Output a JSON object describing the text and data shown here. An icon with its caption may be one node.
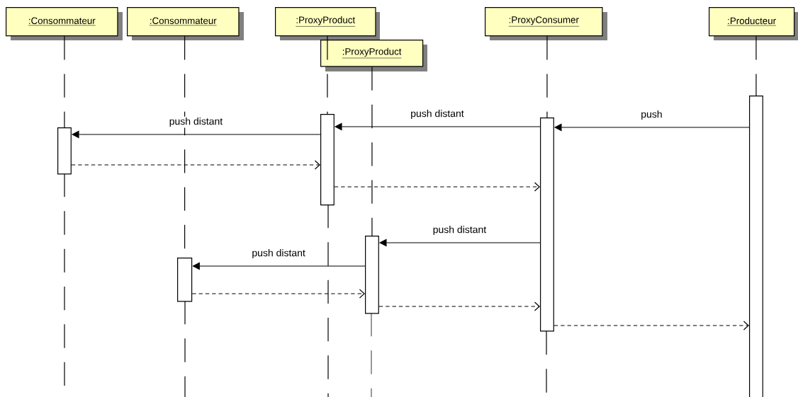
{
  "diagram": {
    "nodes": [
      {
        "text": [
          ":Consommateur"
        ]
      },
      {
        "text": [
          ":Consommateur"
        ]
      },
      {
        "text": [
          ":ProxyProduct"
        ]
      },
      {
        "text": [
          ":ProxyProduct"
        ]
      },
      {
        "text": [
          ":ProxyConsumer"
        ]
      },
      {
        "text": [
          ":Producteur"
        ]
      },
      {
        "text": [],
        "shape": "bar"
      },
      {
        "text": [],
        "shape": "bar"
      },
      {
        "text": [],
        "shape": "bar"
      },
      {
        "text": [],
        "shape": "bar"
      },
      {
        "text": [],
        "shape": "bar"
      },
      {
        "text": [],
        "shape": "bar"
      }
    ],
    "edges": [
      {
        "from": 0,
        "to": 6,
        "arrow": "none",
        "style": "dashed"
      },
      {
        "from": 1,
        "to": 7,
        "arrow": "none",
        "style": "dashed"
      },
      {
        "from": 2,
        "to": 8,
        "arrow": "none",
        "style": "dashed"
      },
      {
        "from": 3,
        "to": 9,
        "arrow": "none",
        "style": "dashed"
      },
      {
        "from": 4,
        "to": 10,
        "arrow": "none",
        "style": "dashed"
      },
      {
        "from": 5,
        "to": 11,
        "arrow": "none",
        "style": "dashed"
      },
      {
        "from": 11,
        "to": 10,
        "arrow": "to",
        "label": "push"
      },
      {
        "from": 10,
        "to": 8,
        "arrow": "to",
        "label": "push distant"
      },
      {
        "from": 8,
        "to": 6,
        "arrow": "to",
        "label": "push distant"
      },
      {
        "from": 6,
        "to": 8,
        "arrow": "to",
        "style": "dashed"
      },
      {
        "from": 8,
        "to": 10,
        "arrow": "to",
        "style": "dashed"
      },
      {
        "from": 10,
        "to": 9,
        "arrow": "to",
        "label": "push distant"
      },
      {
        "from": 9,
        "to": 7,
        "arrow": "to",
        "label": "push distant"
      },
      {
        "from": 7,
        "to": 9,
        "arrow": "to",
        "style": "dashed"
      },
      {
        "from": 9,
        "to": 10,
        "arrow": "to",
        "style": "dashed"
      },
      {
        "from": 10,
        "to": 11,
        "arrow": "to",
        "style": "dashed"
      }
    ]
  }
}
